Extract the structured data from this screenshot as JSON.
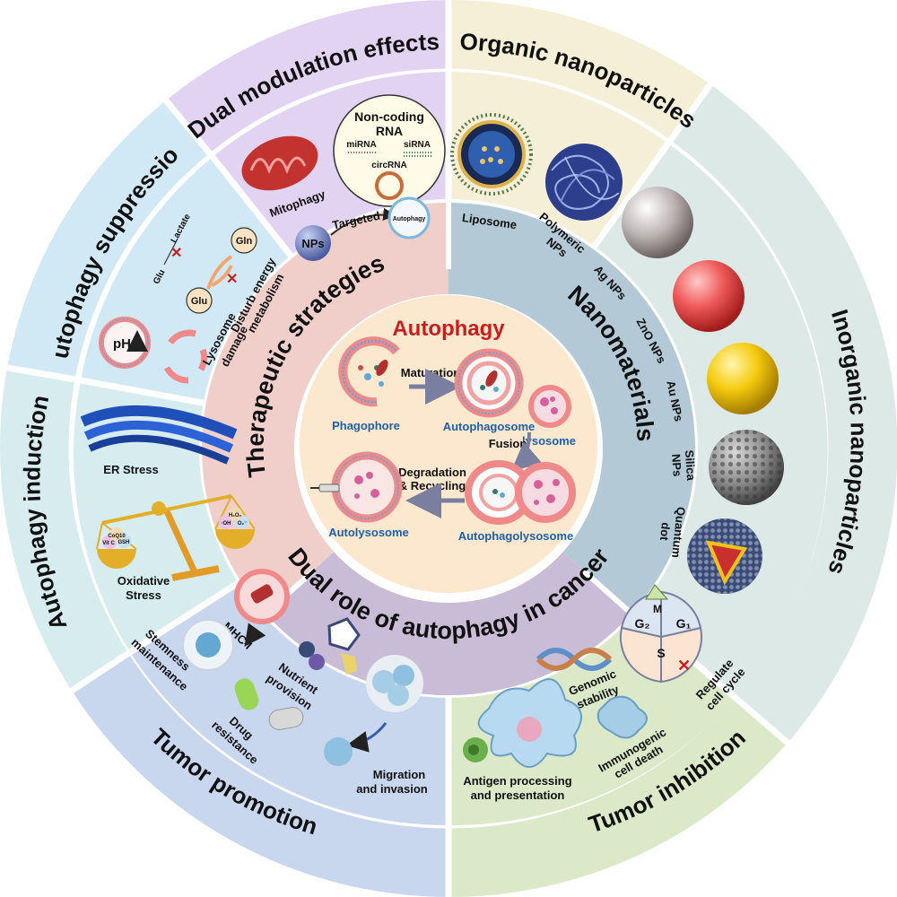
{
  "outer_ring": {
    "dual_modulation": "Dual modulation effects",
    "organic": "Organic nanoparticles",
    "inorganic": "Inorganic nanoparticles",
    "tumor_inhibition": "Tumor inhibition",
    "tumor_promotion": "Tumor promotion",
    "autophagy_induction": "Autophagy induction",
    "autophagy_suppression": "Autophagy suppression"
  },
  "ring2": {
    "therapeutic": "Therapeutic strategies",
    "nanomaterials": "Nanomaterials",
    "dual_role": "Dual role of autophagy in cancer"
  },
  "center": {
    "title": "Autophagy",
    "phagophore": "Phagophore",
    "maturation": "Maturation",
    "autophagosome": "Autophagosome",
    "lysosome": "lysosome",
    "fusion": "Fusion",
    "autophagolysosome": "Autophagolysosome",
    "degradation_1": "Degradation",
    "degradation_2": "& Recycling",
    "autolysosome": "Autolysosome"
  },
  "dual_modulation_panel": {
    "mitophagy": "Mitophagy",
    "ncrna_1": "Non-coding",
    "ncrna_2": "RNA",
    "mirna": "miRNA",
    "sirna": "siRNA",
    "circrna": "circRNA",
    "nps": "NPs",
    "targeted": "Targeted",
    "autophagy_small": "Autophagy"
  },
  "organic_panel": {
    "liposome": "Liposome",
    "polymeric_1": "Polymeric",
    "polymeric_2": "NPs"
  },
  "inorganic_panel": {
    "ag": "Ag NPs",
    "zno": "ZnO NPs",
    "au": "Au NPs",
    "silica_1": "Silica",
    "silica_2": "NPs",
    "qd_1": "Quantum",
    "qd_2": "dot"
  },
  "suppression_panel": {
    "glu_top": "Glu",
    "lactate": "Lactate",
    "gln": "Gln",
    "glu": "Glu",
    "disturb_1": "Disturb energy",
    "disturb_2": "metabolism",
    "ph": "pH",
    "lysosome_1": "Lysosome",
    "lysosome_2": "damage"
  },
  "induction_panel": {
    "er_stress": "ER Stress",
    "oxidative_1": "Oxidative",
    "oxidative_2": "Stress",
    "left_1": "Vit C",
    "left_2": "GSH",
    "left_3": "CoQ10",
    "right_1": "·OH",
    "right_2": "O₂⁻",
    "right_3": "H₂O₂"
  },
  "promotion_panel": {
    "mhc": "MHC-I",
    "stemness_1": "Stemness",
    "stemness_2": "maintenance",
    "nutrient_1": "Nutrient",
    "nutrient_2": "provision",
    "drug_1": "Drug",
    "drug_2": "resistance",
    "migration_1": "Migration",
    "migration_2": "and invasion"
  },
  "inhibition_panel": {
    "genomic_1": "Genomic",
    "genomic_2": "stability",
    "g2": "G₂",
    "m": "M",
    "g1": "G₁",
    "s": "S",
    "regulate_1": "Regulate",
    "regulate_2": "cell cycle",
    "immuno_1": "Immunogenic",
    "immuno_2": "cell death",
    "antigen_1": "Antigen processing",
    "antigen_2": "and presentation"
  },
  "colors": {
    "dual_modulation": "#e2d3f2",
    "organic": "#f4efd6",
    "inorganic": "#dde9e7",
    "tumor_inhibition": "#dbe9c8",
    "tumor_promotion": "#c8d6ee",
    "autophagy_induction": "#d6ecee",
    "autophagy_suppression": "#d1e8f5",
    "therapeutic_arc": "#f0cfcb",
    "nanomaterials_arc": "#b3c9d6",
    "dual_role_arc": "#c9bcd6",
    "center": "#fbe8cf",
    "accent_red": "#c81e1e",
    "accent_blue": "#1f5fa8"
  }
}
